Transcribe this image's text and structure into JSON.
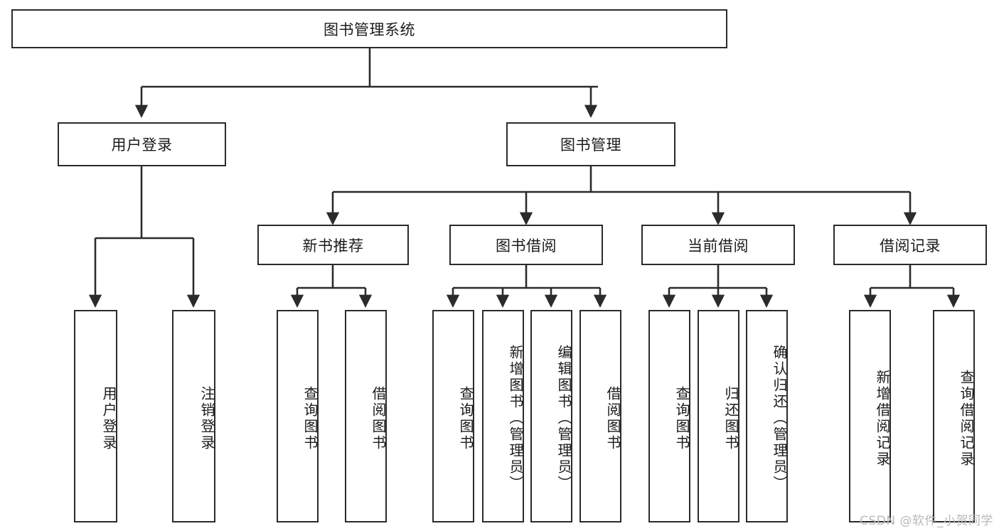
{
  "diagram": {
    "type": "tree",
    "title": "图书管理系统",
    "watermark": "CSDN @软件_小贺同学",
    "colors": {
      "stroke": "#2b2b2b",
      "fill": "#ffffff",
      "text": "#1b1b1b",
      "watermark": "#b9b9b9"
    },
    "nodes": {
      "root": {
        "label": "图书管理系统"
      },
      "level1": [
        {
          "label": "用户登录"
        },
        {
          "label": "图书管理"
        }
      ],
      "level2": [
        {
          "label": "新书推荐"
        },
        {
          "label": "图书借阅"
        },
        {
          "label": "当前借阅"
        },
        {
          "label": "借阅记录"
        }
      ],
      "leaves_user_login": [
        {
          "label": "用户登录"
        },
        {
          "label": "注销登录"
        }
      ],
      "leaves_new_books": [
        {
          "label": "查询图书"
        },
        {
          "label": "借阅图书"
        }
      ],
      "leaves_borrow": [
        {
          "label": "查询图书"
        },
        {
          "label": "新增图书（管理员）"
        },
        {
          "label": "编辑图书（管理员）"
        },
        {
          "label": "借阅图书"
        }
      ],
      "leaves_current": [
        {
          "label": "查询图书"
        },
        {
          "label": "归还图书"
        },
        {
          "label": "确认归还（管理员）"
        }
      ],
      "leaves_records": [
        {
          "label": "新增借阅记录"
        },
        {
          "label": "查询借阅记录"
        }
      ]
    }
  }
}
